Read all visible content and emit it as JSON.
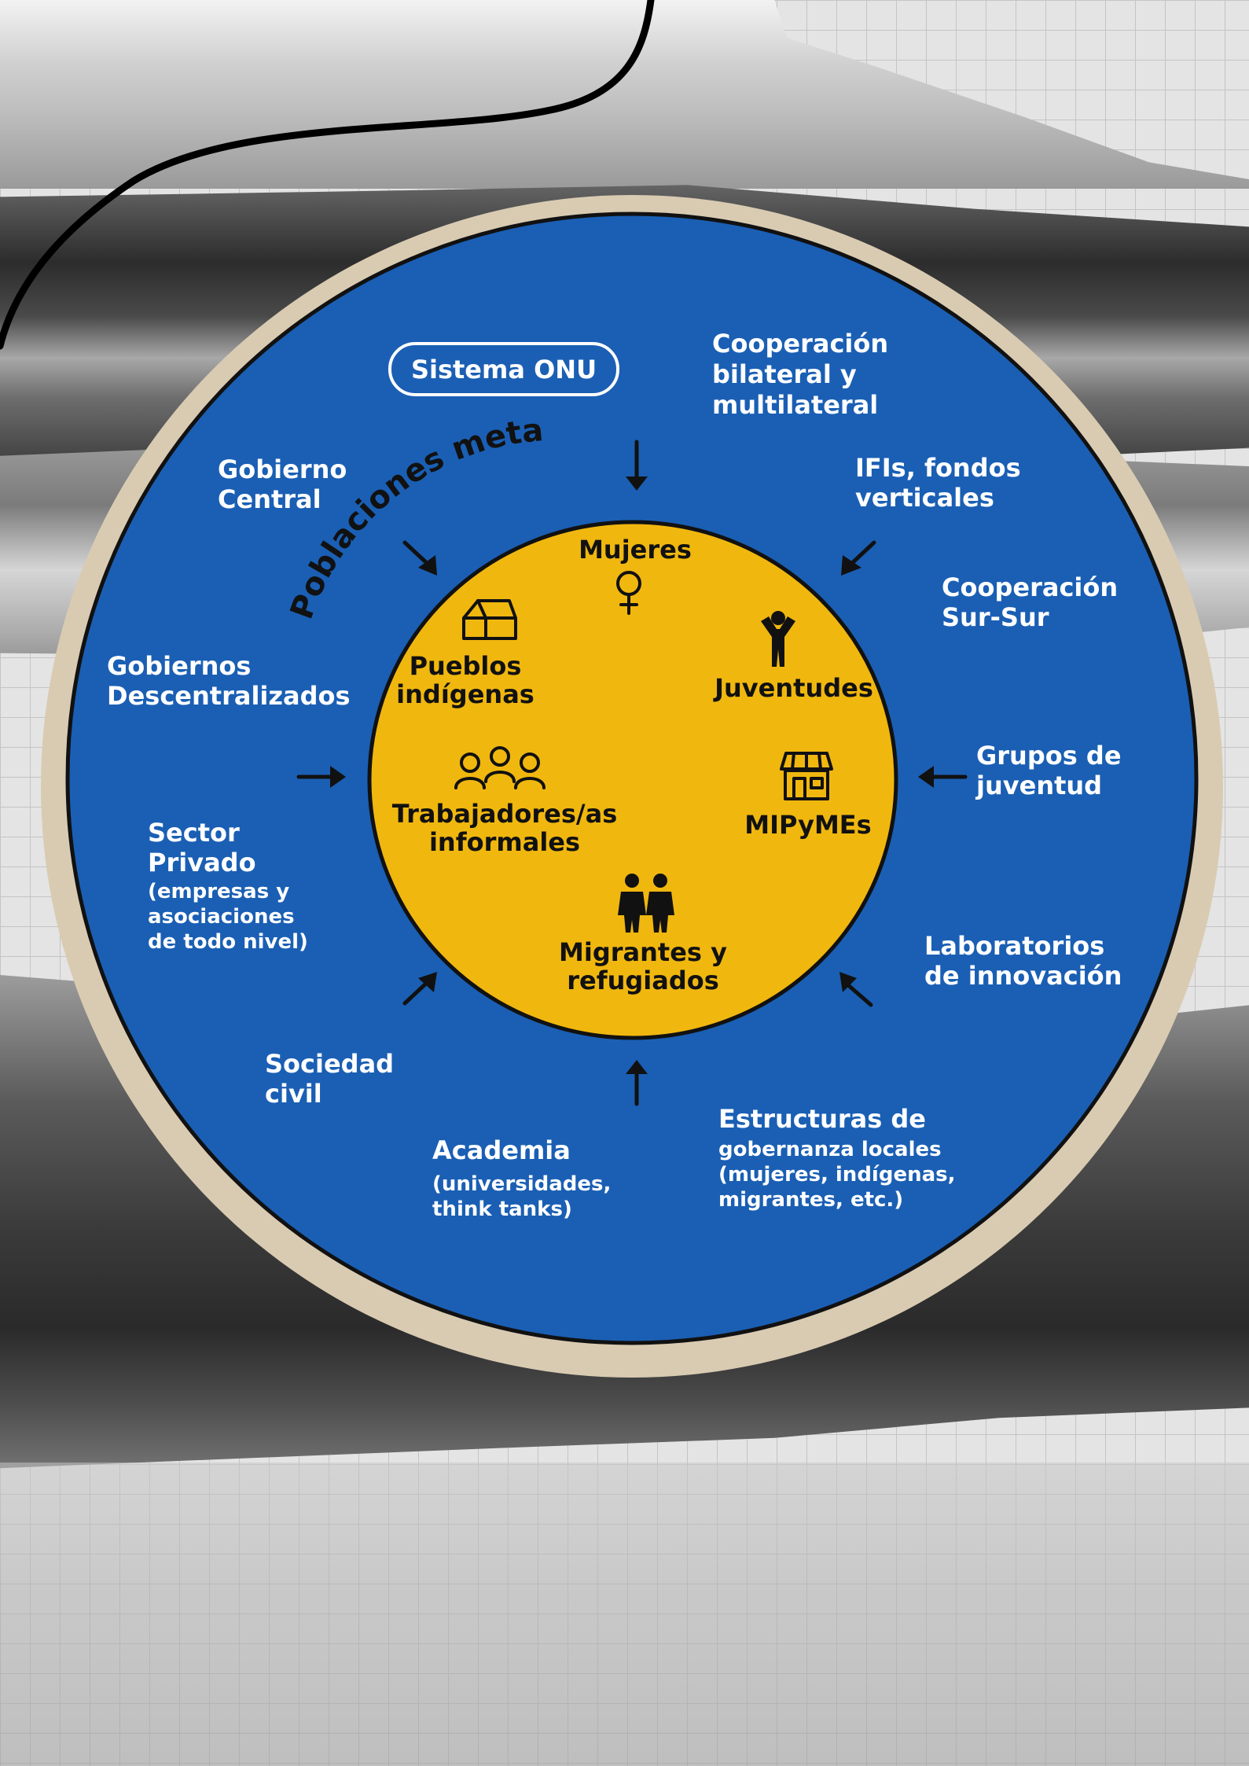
{
  "outer_ring": {
    "pill_label": "Sistema ONU",
    "arc_title": "Poblaciones meta",
    "actors": [
      {
        "id": "coop_bilateral",
        "lines": [
          "Cooperación",
          "bilateral y",
          "multilateral"
        ]
      },
      {
        "id": "ifis",
        "lines": [
          "IFIs, fondos",
          "verticales"
        ]
      },
      {
        "id": "sur_sur",
        "lines": [
          "Cooperación",
          "Sur-Sur"
        ]
      },
      {
        "id": "juventud",
        "lines": [
          "Grupos de",
          "juventud"
        ]
      },
      {
        "id": "laboratorios",
        "lines": [
          "Laboratorios",
          "de innovación"
        ]
      },
      {
        "id": "estructuras",
        "lines": [
          "Estructuras de",
          "gobernanza locales",
          "(mujeres, indígenas,",
          "migrantes, etc.)"
        ]
      },
      {
        "id": "academia",
        "lines": [
          "Academia",
          "(universidades,",
          "think tanks)"
        ]
      },
      {
        "id": "sociedad",
        "lines": [
          "Sociedad",
          "civil"
        ]
      },
      {
        "id": "privado",
        "lines": [
          "Sector",
          "Privado",
          "(empresas y",
          "asociaciones",
          "de todo nivel)"
        ]
      },
      {
        "id": "descentralizados",
        "lines": [
          "Gobiernos",
          "Descentralizados"
        ]
      },
      {
        "id": "central",
        "lines": [
          "Gobierno",
          "Central"
        ]
      }
    ]
  },
  "inner_circle": {
    "groups": [
      {
        "id": "mujeres",
        "lines": [
          "Mujeres"
        ],
        "icon": "female-symbol-icon"
      },
      {
        "id": "juventudes",
        "lines": [
          "Juventudes"
        ],
        "icon": "person-arms-up-icon"
      },
      {
        "id": "mipymes",
        "lines": [
          "MIPyMEs"
        ],
        "icon": "storefront-icon"
      },
      {
        "id": "migrantes",
        "lines": [
          "Migrantes y",
          "refugiados"
        ],
        "icon": "two-people-icon"
      },
      {
        "id": "trabajadores",
        "lines": [
          "Trabajadores/as",
          "informales"
        ],
        "icon": "group-of-three-icon"
      },
      {
        "id": "pueblos",
        "lines": [
          "Pueblos",
          "indígenas"
        ],
        "icon": "house-icon"
      }
    ]
  },
  "colors": {
    "outer_blue": "#1a5fb4",
    "inner_yellow": "#f0b70f",
    "paper_rim": "#d9cbb2"
  }
}
